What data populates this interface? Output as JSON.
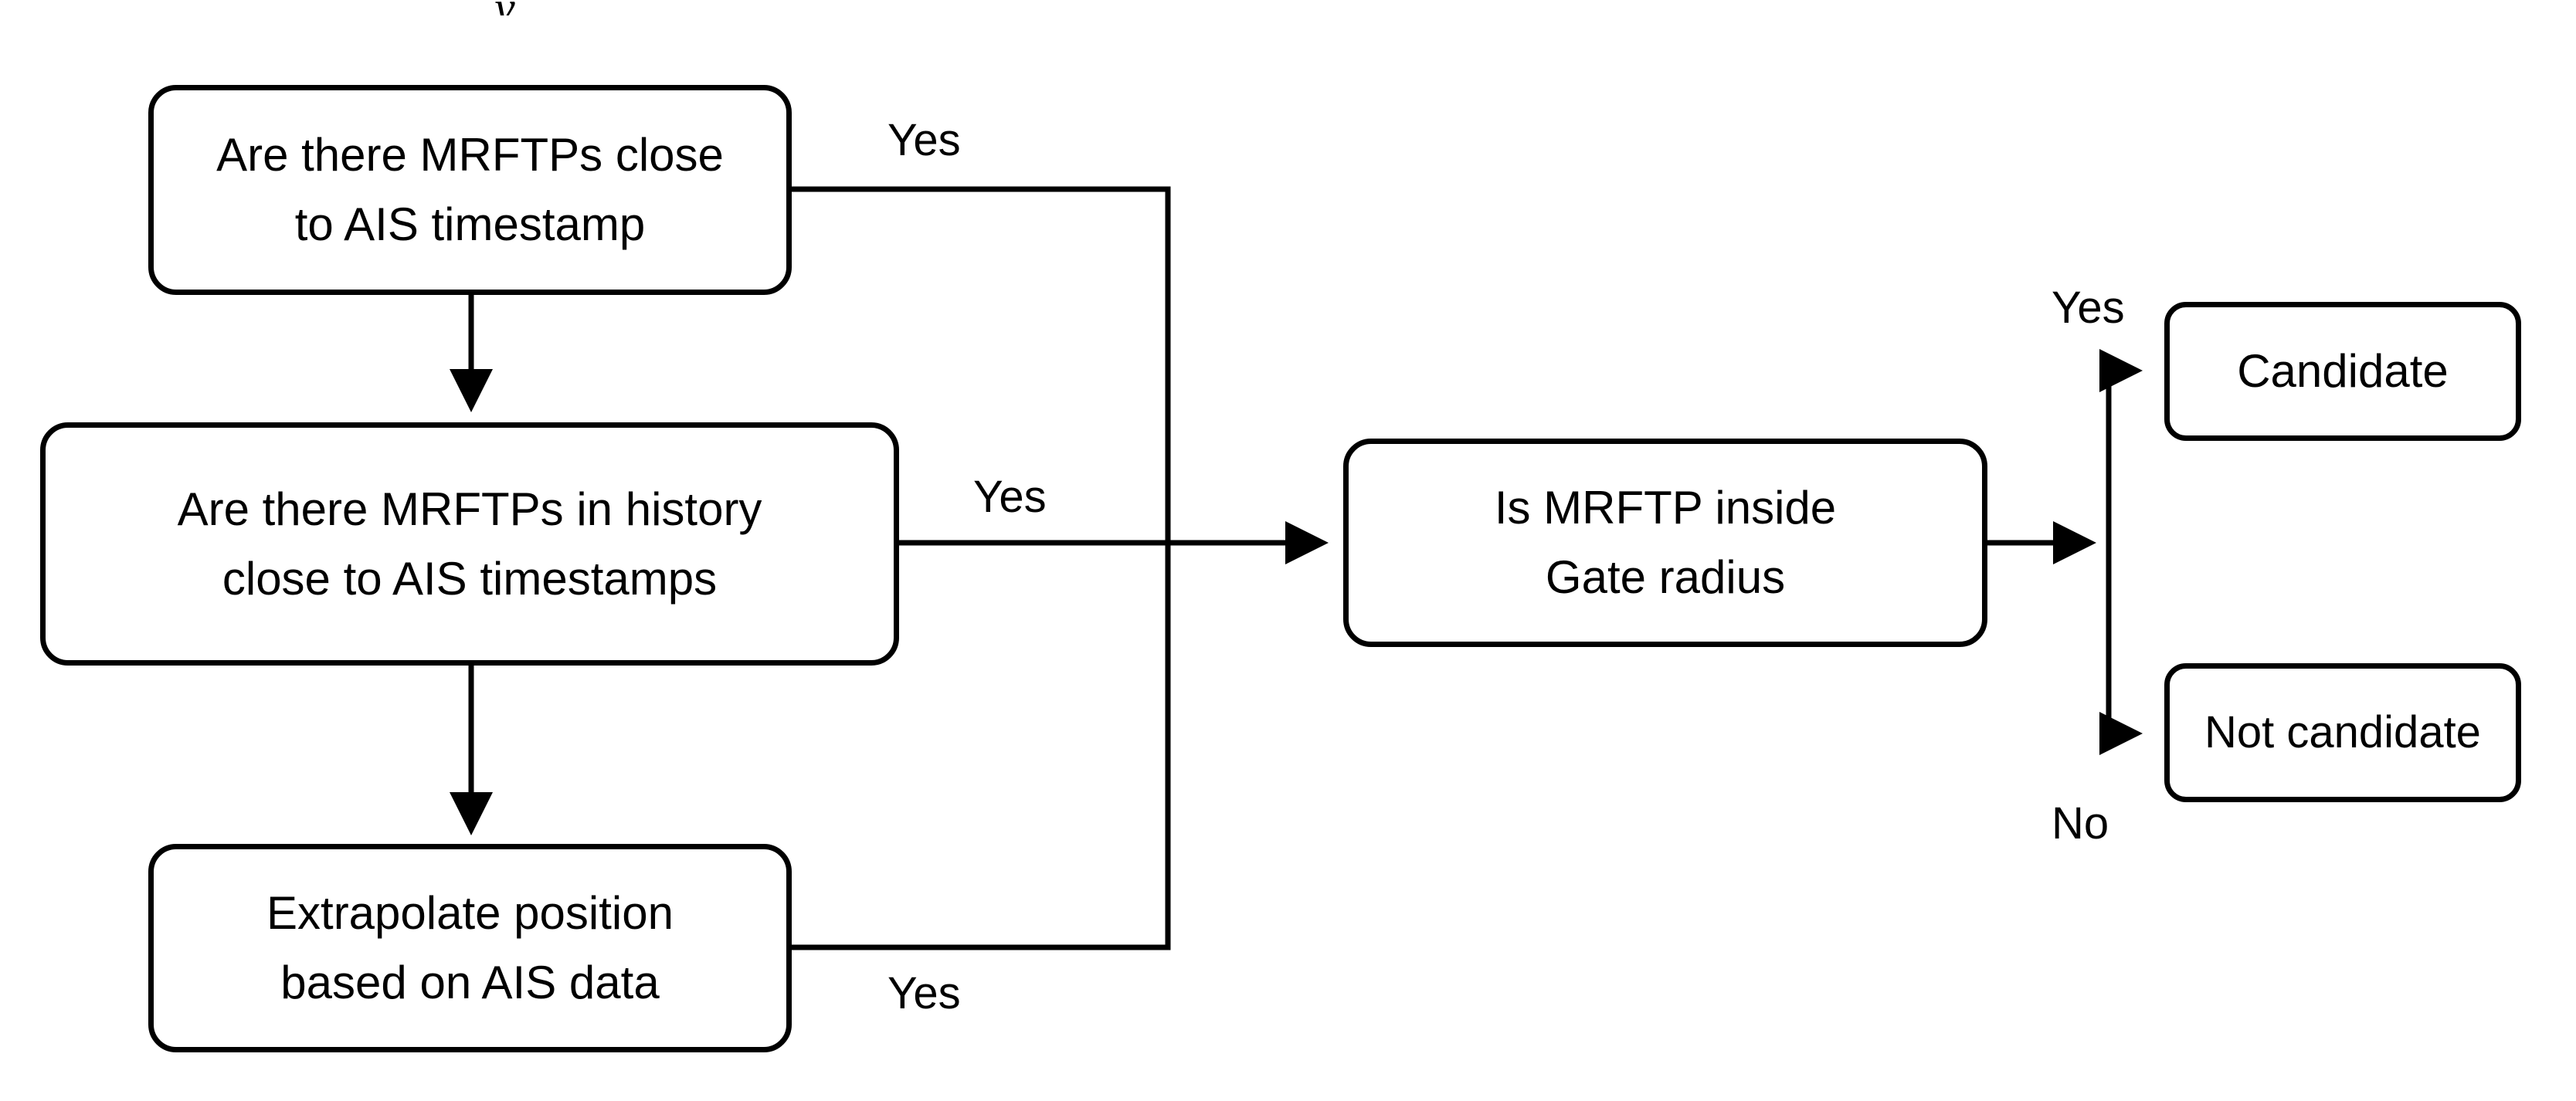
{
  "flowchart": {
    "steps": {
      "close_timestamp": {
        "line1": "Are there MRFTPs close",
        "line2": "to AIS timestamp"
      },
      "history": {
        "line1": "Are there MRFTPs in history",
        "line2": "close to AIS timestamps"
      },
      "extrapolate": {
        "line1": "Extrapolate position",
        "line2": "based on AIS data"
      },
      "gate_check": {
        "line1": "Is MRFTP inside",
        "line2": "Gate radius"
      },
      "candidate": {
        "label": "Candidate"
      },
      "not_candidate": {
        "label": "Not candidate"
      }
    },
    "edge_labels": {
      "yes_top": "Yes",
      "yes_middle": "Yes",
      "yes_bottom": "Yes",
      "yes_candidate": "Yes",
      "no_not_candidate": "No"
    },
    "cropped_glyph": "y"
  },
  "colors": {
    "stroke": "#000000",
    "fill": "#ffffff",
    "text": "#000000"
  }
}
